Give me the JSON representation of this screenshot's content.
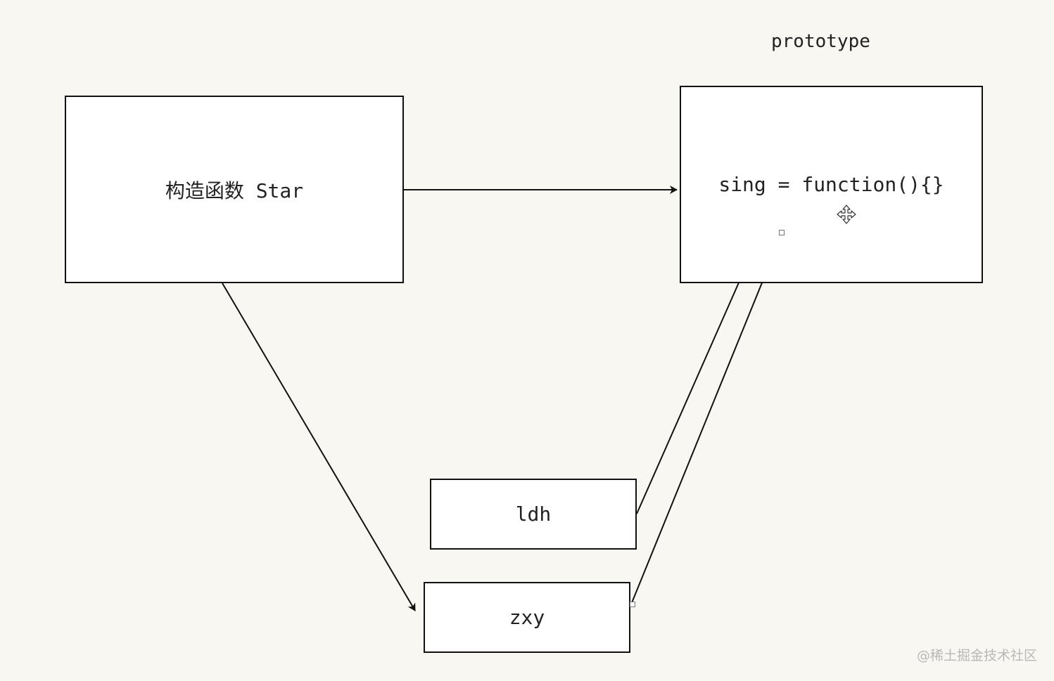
{
  "nodes": {
    "constructor_label": "构造函数 Star",
    "prototype_title": "prototype",
    "prototype_content": "sing = function(){}",
    "instance_ldh": "ldh",
    "instance_zxy": "zxy"
  },
  "edges": [
    {
      "from": "constructor",
      "to": "prototype"
    },
    {
      "from": "constructor",
      "to": "zxy"
    },
    {
      "from": "ldh",
      "to": "prototype"
    },
    {
      "from": "zxy",
      "to": "prototype"
    }
  ],
  "icons": {
    "move": "move-cursor-icon"
  },
  "watermark": "@稀土掘金技术社区",
  "colors": {
    "background": "#f8f7f2",
    "stroke": "#111111",
    "box_fill": "#ffffff"
  }
}
